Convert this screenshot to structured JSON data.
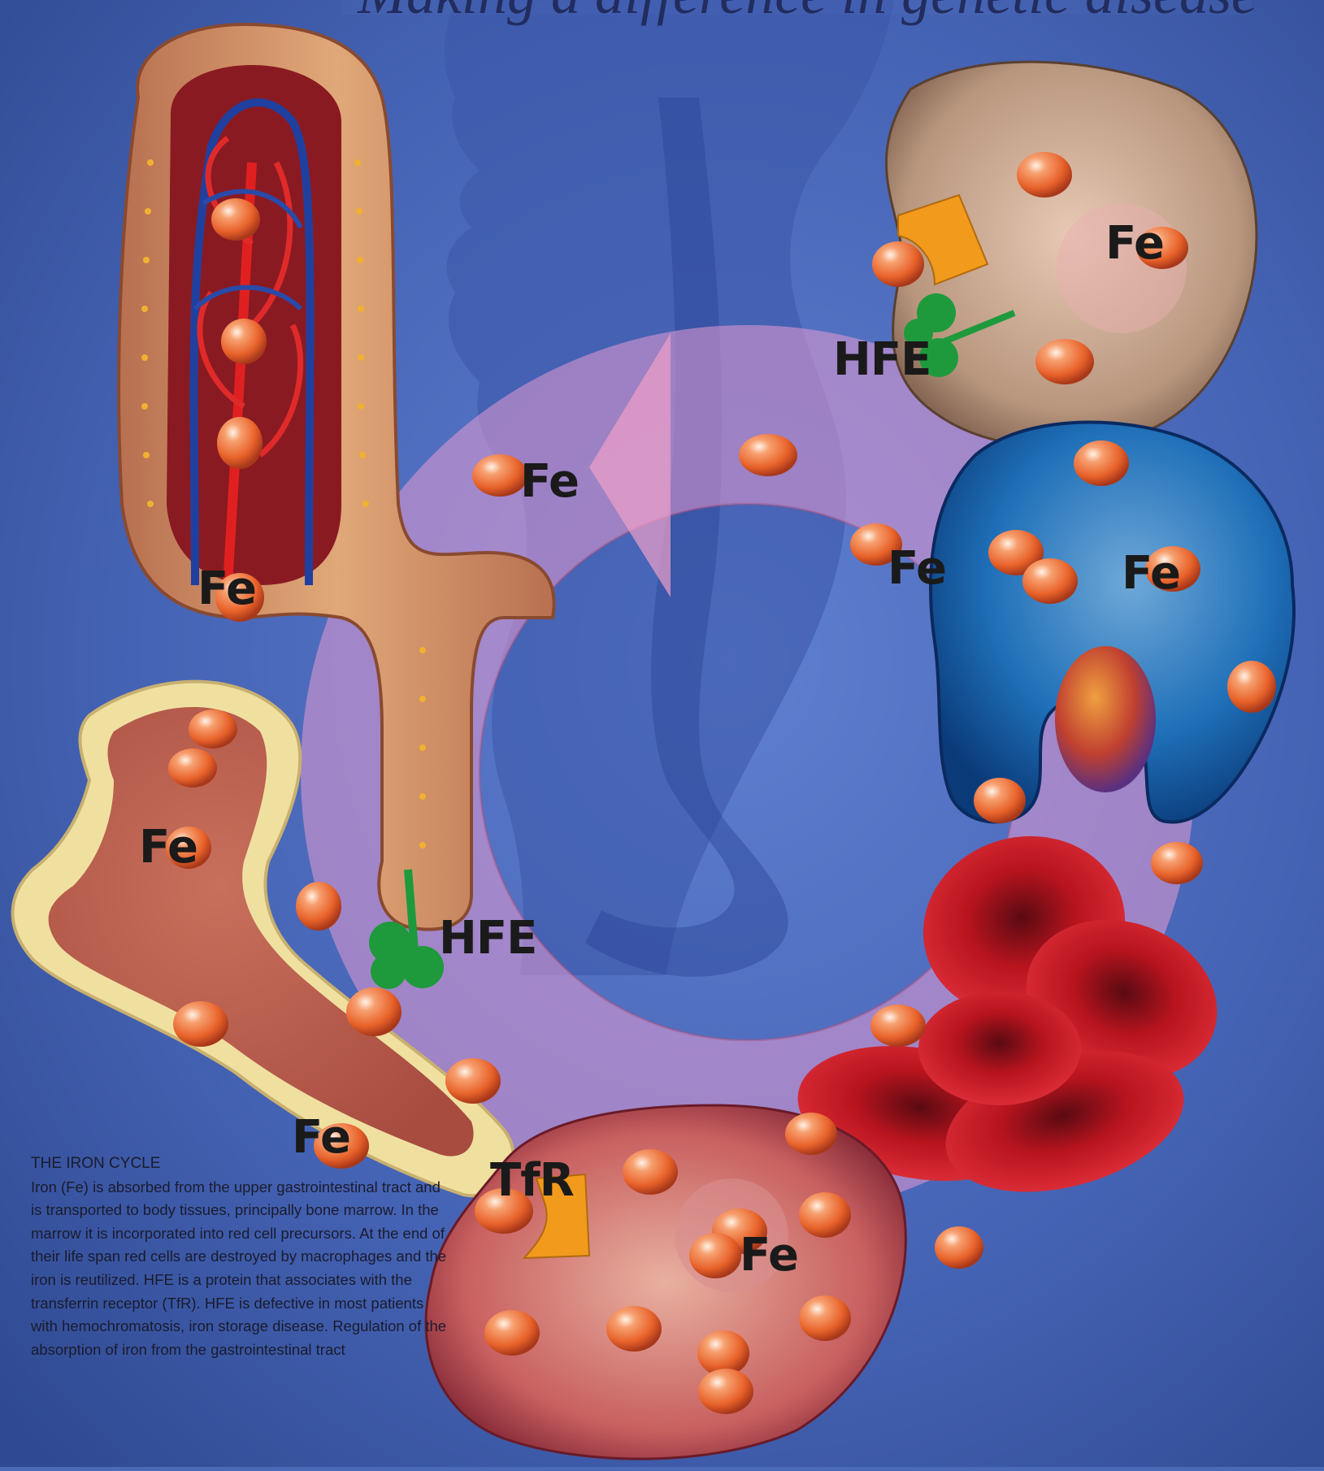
{
  "title": "Making a difference in genetic disease",
  "labels": {
    "fe": "Fe",
    "hfe": "HFE",
    "tfr": "TfR"
  },
  "caption": {
    "heading": "THE IRON CYCLE",
    "body": "Iron (Fe) is absorbed from the upper gastrointestinal tract and is transported to body tissues, principally bone marrow. In the marrow it is incorporated into red cell precursors. At the end of their life span red cells are destroyed by macrophages and the iron is reutilized. HFE is a protein that associates with the transferrin receptor (TfR). HFE is defective in most patients with hemochromatosis, iron storage disease. Regulation of the absorption of iron from the gastrointestinal tract"
  },
  "colors": {
    "background": "#4a6ab8",
    "iron_bead": "#f07a3a",
    "hfe_protein": "#1e9a3c",
    "tfr_receptor": "#f29a1c",
    "cycle_ring": "#d98ac8"
  }
}
